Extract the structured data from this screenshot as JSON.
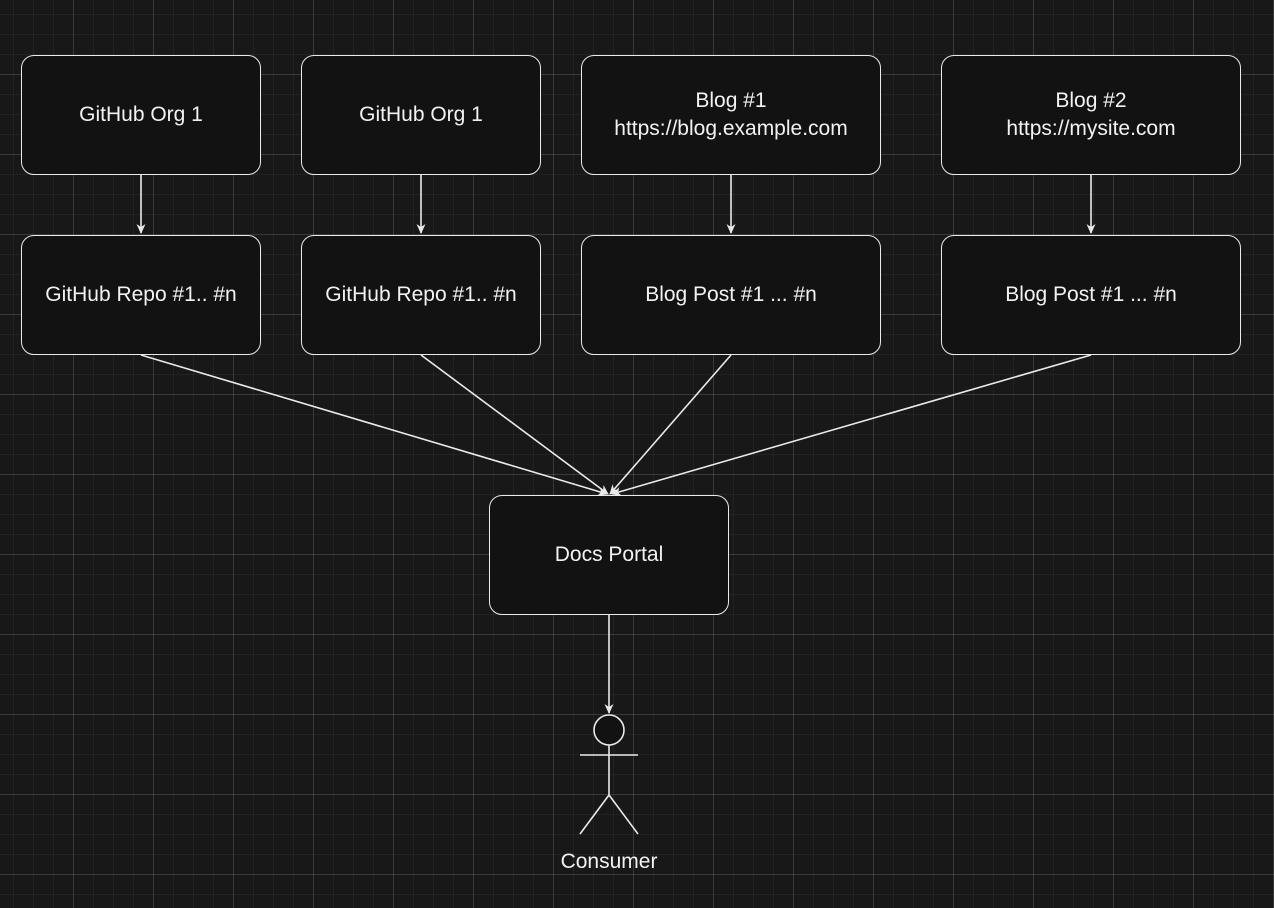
{
  "nodes": {
    "org1": {
      "lines": [
        "GitHub Org 1"
      ]
    },
    "org2": {
      "lines": [
        "GitHub Org 1"
      ]
    },
    "blog1": {
      "lines": [
        "Blog #1",
        "https://blog.example.com"
      ]
    },
    "blog2": {
      "lines": [
        "Blog #2",
        "https://mysite.com"
      ]
    },
    "repo1": {
      "lines": [
        "GitHub Repo #1.. #n"
      ]
    },
    "repo2": {
      "lines": [
        "GitHub Repo #1.. #n"
      ]
    },
    "post1": {
      "lines": [
        "Blog Post #1 ... #n"
      ]
    },
    "post2": {
      "lines": [
        "Blog Post #1 ... #n"
      ]
    },
    "portal": {
      "lines": [
        "Docs Portal"
      ]
    }
  },
  "actor": {
    "label": "Consumer"
  },
  "edges": [
    {
      "from": "GitHub Org 1",
      "to": "GitHub Repo #1.. #n"
    },
    {
      "from": "GitHub Org 1",
      "to": "GitHub Repo #1.. #n"
    },
    {
      "from": "Blog #1",
      "to": "Blog Post #1 ... #n"
    },
    {
      "from": "Blog #2",
      "to": "Blog Post #1 ... #n"
    },
    {
      "from": "GitHub Repo #1.. #n",
      "to": "Docs Portal"
    },
    {
      "from": "GitHub Repo #1.. #n",
      "to": "Docs Portal"
    },
    {
      "from": "Blog Post #1 ... #n",
      "to": "Docs Portal"
    },
    {
      "from": "Blog Post #1 ... #n",
      "to": "Docs Portal"
    },
    {
      "from": "Docs Portal",
      "to": "Consumer"
    }
  ],
  "colors": {
    "background": "#181818",
    "node_fill": "#121212",
    "stroke": "#eaeaea",
    "text": "#f2f2f2"
  }
}
